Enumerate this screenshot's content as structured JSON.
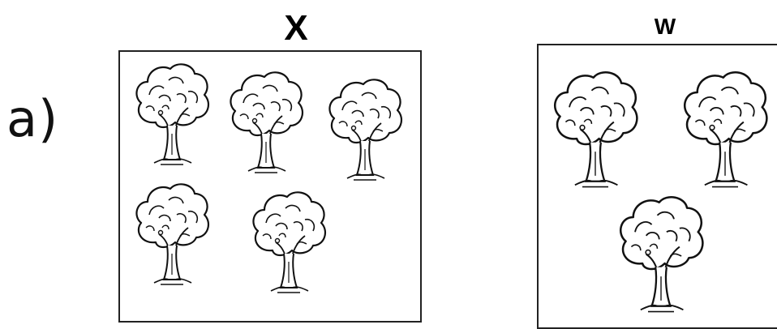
{
  "question": {
    "part_label": "a)"
  },
  "set_x": {
    "label": "X",
    "tree_count": 5,
    "item_icon": "tree-icon"
  },
  "set_w": {
    "label": "W",
    "tree_count": 3,
    "item_icon": "tree-icon"
  }
}
